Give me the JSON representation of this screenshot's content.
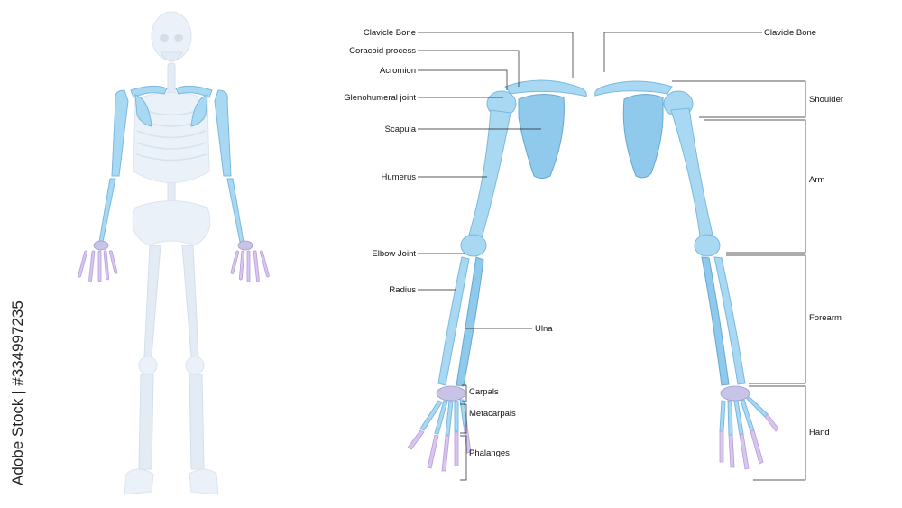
{
  "watermark": {
    "text": "Adobe Stock | #334997235"
  },
  "left_labels": {
    "clavicle_bone": "Clavicle Bone",
    "coracoid_process": "Coracoid process",
    "acromion": "Acromion",
    "glenohumeral_joint": "Glenohumeral joint",
    "scapula": "Scapula",
    "humerus": "Humerus",
    "elbow_joint": "Elbow Joint",
    "radius": "Radius",
    "ulna": "Ulna",
    "carpals": "Carpals",
    "metacarpals": "Metacarpals",
    "phalanges": "Phalanges"
  },
  "right_labels": {
    "clavicle_bone": "Clavicle Bone",
    "shoulder": "Shoulder",
    "arm": "Arm",
    "forearm": "Forearm",
    "hand": "Hand"
  },
  "colors": {
    "highlight_bone": "#a9d8f2",
    "skeleton_faded": "#eaf1f8",
    "carpals": "#c8c4e8",
    "phalanges": "#d9c6ee",
    "label_text": "#111111"
  }
}
